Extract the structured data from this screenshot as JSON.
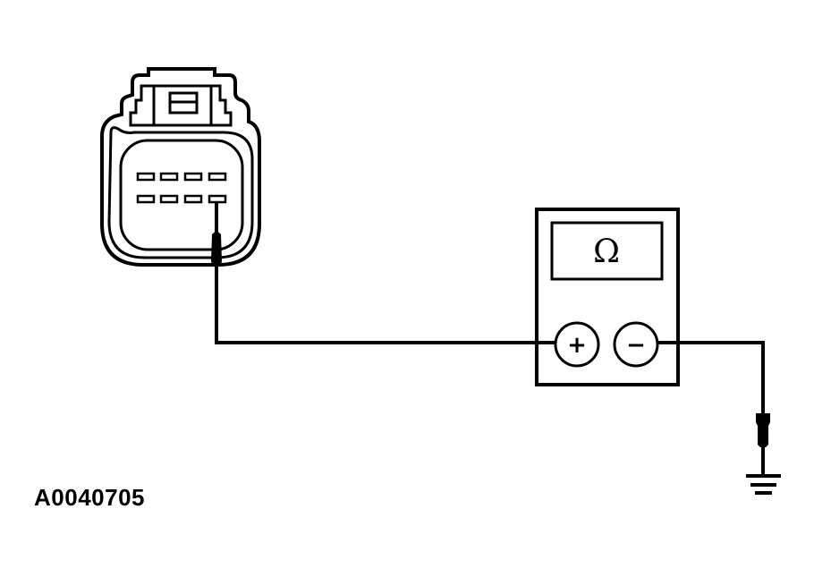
{
  "figure": {
    "id": "A0040705",
    "description": "Resistance check: connector pin to meter positive lead, meter negative lead to ground"
  },
  "connector": {
    "pin_rows": 2,
    "pins_per_row": 4,
    "probed_pin": {
      "row": 2,
      "column": 4
    }
  },
  "meter": {
    "display_symbol": "Ω",
    "positive_terminal": "+",
    "negative_terminal": "−",
    "mode": "ohmmeter"
  },
  "ground": {
    "symbol": "ground-icon"
  },
  "colors": {
    "line": "#000000",
    "background": "#ffffff"
  }
}
